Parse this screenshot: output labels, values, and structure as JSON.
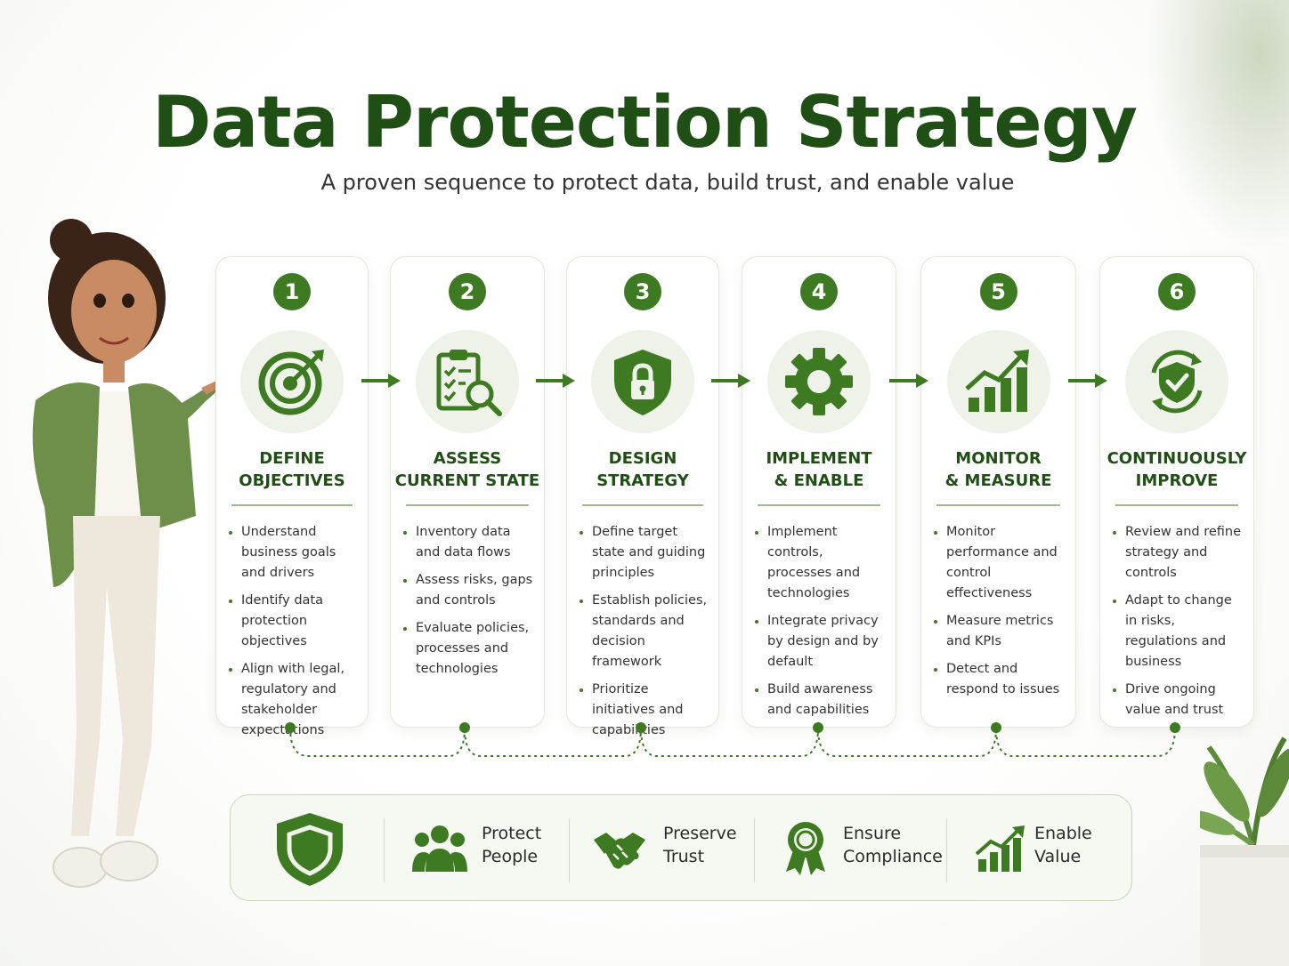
{
  "header": {
    "title": "Data Protection Strategy",
    "subtitle": "A proven sequence to protect data, build trust, and enable value"
  },
  "steps": [
    {
      "number": "1",
      "title_line1": "DEFINE",
      "title_line2": "OBJECTIVES",
      "icon": "target-icon",
      "bullets": [
        "Understand business goals and drivers",
        "Identify data protection objectives",
        "Align with legal, regulatory and stakeholder expectations"
      ]
    },
    {
      "number": "2",
      "title_line1": "ASSESS",
      "title_line2": "CURRENT STATE",
      "icon": "clipboard-search-icon",
      "bullets": [
        "Inventory data and data flows",
        "Assess risks, gaps and controls",
        "Evaluate policies, processes and technologies"
      ]
    },
    {
      "number": "3",
      "title_line1": "DESIGN",
      "title_line2": "STRATEGY",
      "icon": "shield-lock-icon",
      "bullets": [
        "Define target state and guiding principles",
        "Establish policies, standards and decision framework",
        "Prioritize initiatives and capabilities"
      ]
    },
    {
      "number": "4",
      "title_line1": "IMPLEMENT",
      "title_line2": "& ENABLE",
      "icon": "gear-icon",
      "bullets": [
        "Implement controls, processes and technologies",
        "Integrate privacy by design and by default",
        "Build awareness and capabilities"
      ]
    },
    {
      "number": "5",
      "title_line1": "MONITOR",
      "title_line2": "& MEASURE",
      "icon": "bar-chart-up-icon",
      "bullets": [
        "Monitor performance and control effectiveness",
        "Measure metrics and KPIs",
        "Detect and respond to issues"
      ]
    },
    {
      "number": "6",
      "title_line1": "CONTINUOUSLY",
      "title_line2": "IMPROVE",
      "icon": "shield-refresh-icon",
      "bullets": [
        "Review and refine strategy and controls",
        "Adapt to change in risks, regulations and business",
        "Drive ongoing value and trust"
      ]
    }
  ],
  "benefits": [
    {
      "line1": "Protect",
      "line2": "People",
      "icon": "people-icon"
    },
    {
      "line1": "Preserve",
      "line2": "Trust",
      "icon": "handshake-icon"
    },
    {
      "line1": "Ensure",
      "line2": "Compliance",
      "icon": "award-ribbon-icon"
    },
    {
      "line1": "Enable",
      "line2": "Value",
      "icon": "growth-chart-icon"
    }
  ],
  "colors": {
    "primary_green": "#3e7a22",
    "dark_green": "#1f4f14",
    "light_green_bg": "#eef2e8",
    "jacket_green": "#6e8f4a"
  }
}
